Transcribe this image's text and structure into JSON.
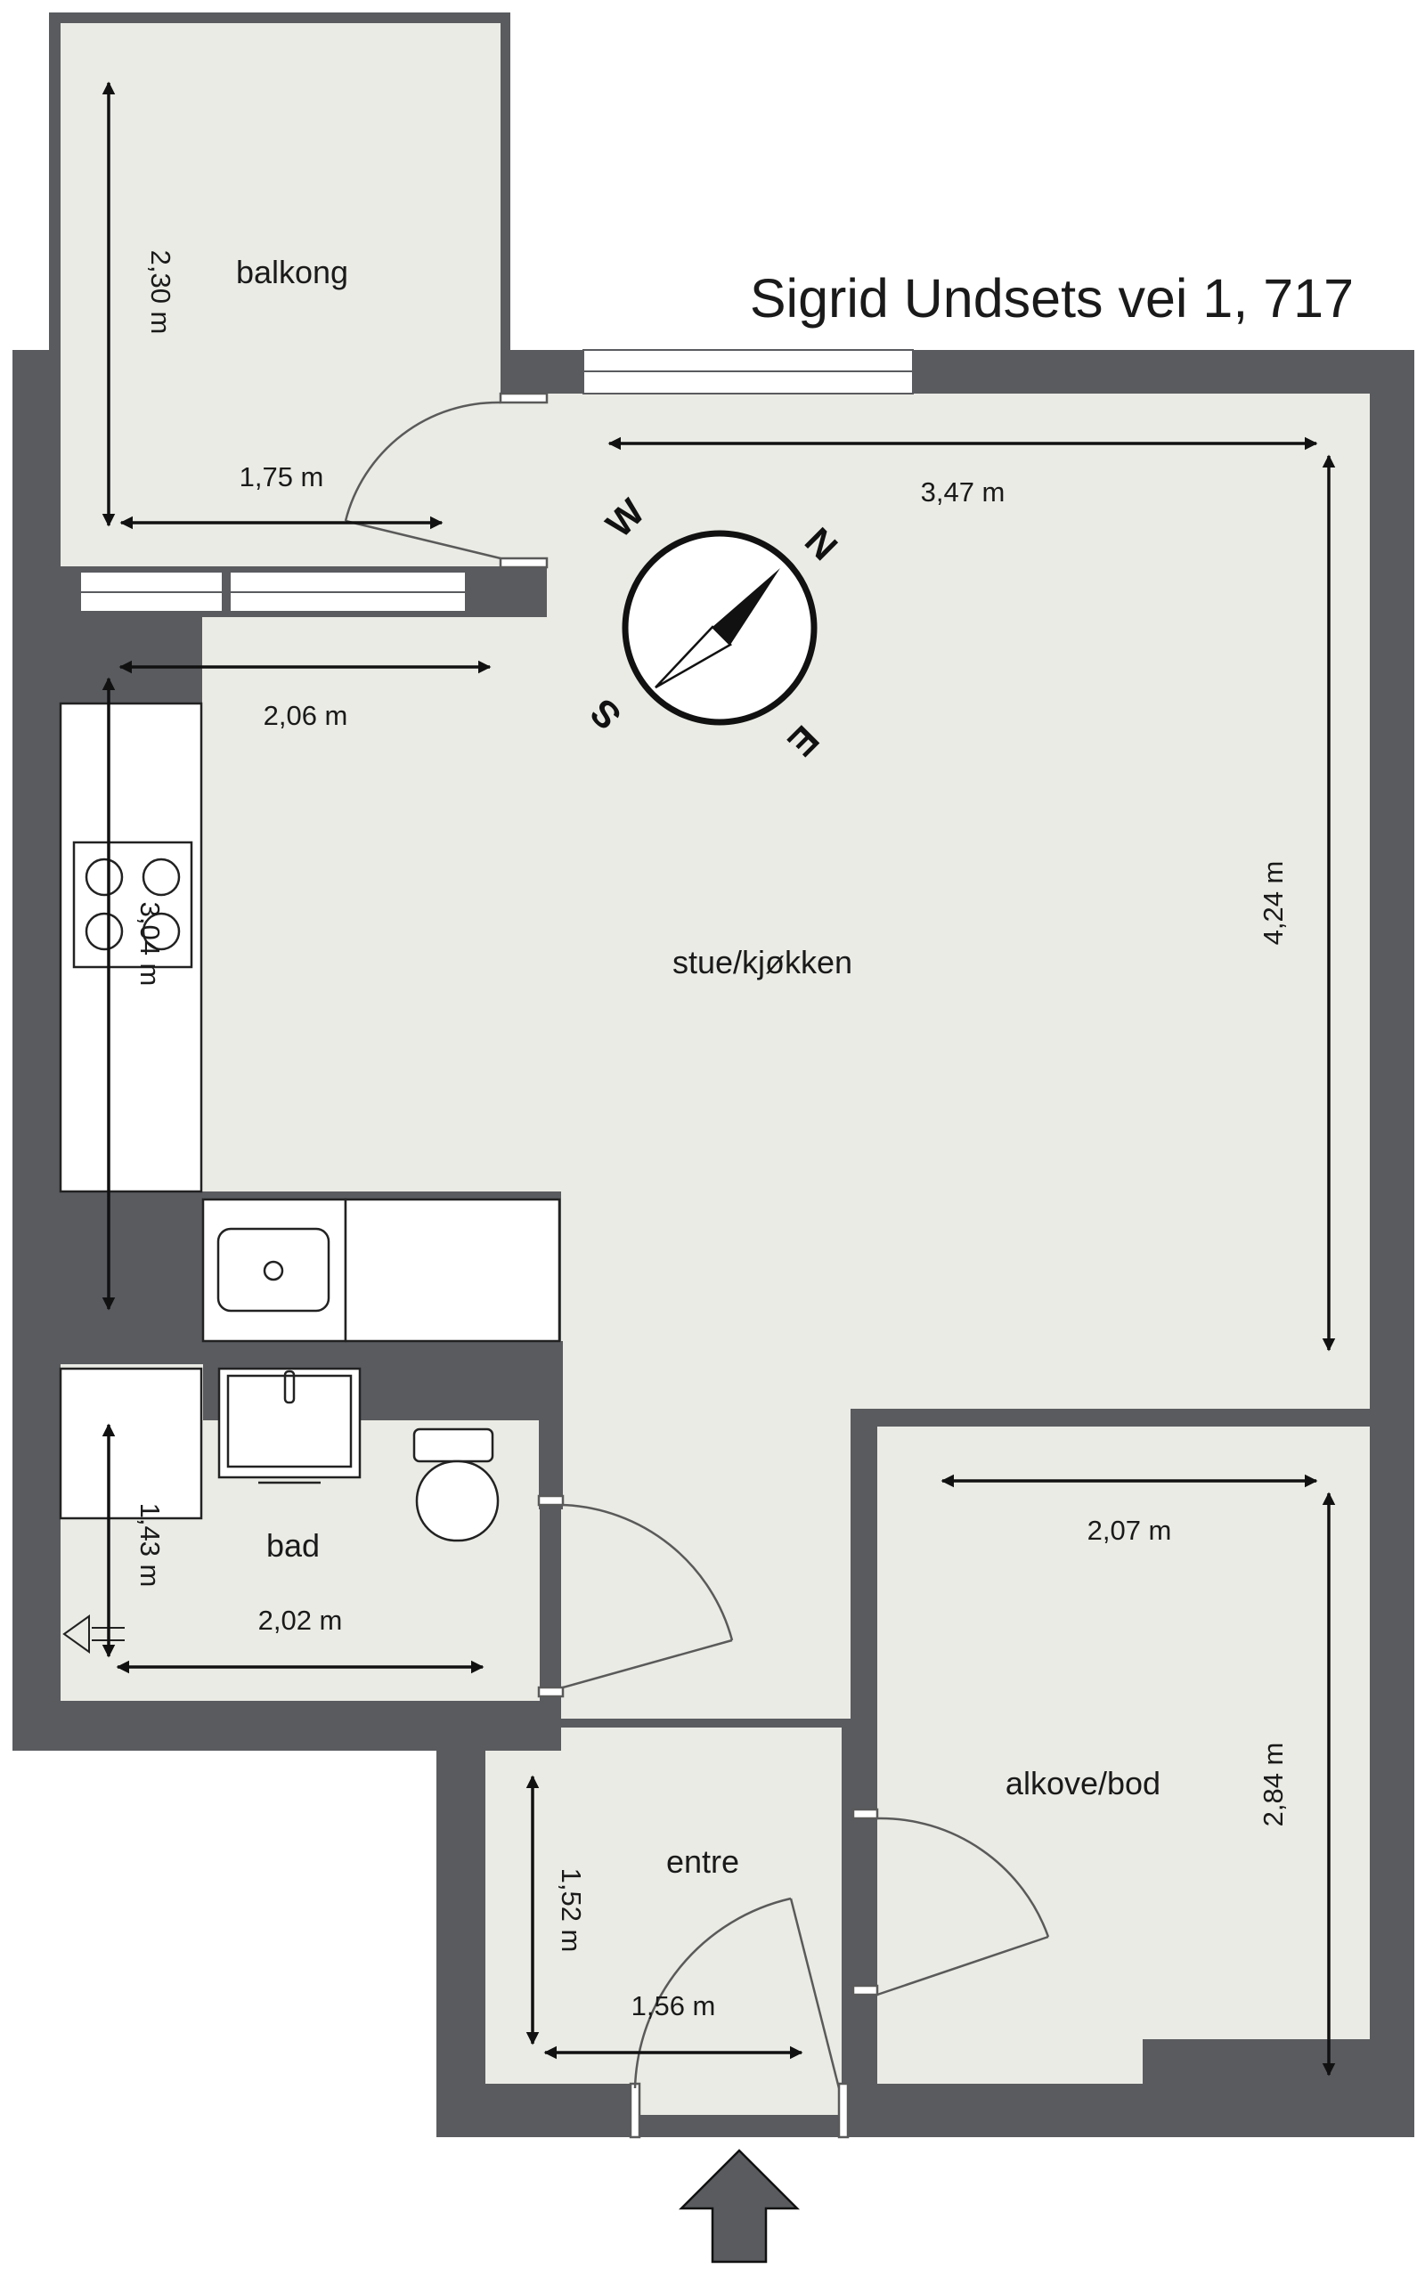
{
  "title": "Sigrid Undsets vei 1, 717",
  "colors": {
    "wall": "#595b5f",
    "floor": "#ebebe5",
    "fixture": "#ffffff",
    "line": "#111111"
  },
  "rooms": {
    "balkong": "balkong",
    "stue": "stue/kjøkken",
    "bad": "bad",
    "entre": "entre",
    "alkove": "alkove/bod"
  },
  "dimensions": {
    "balkong_height": "2,30 m",
    "balkong_width": "1,75 m",
    "kitchen_width": "2,06 m",
    "stue_width": "3,47 m",
    "stue_height": "4,24 m",
    "kitchen_height": "3,04 m",
    "alkove_width": "2,07 m",
    "alkove_height": "2,84 m",
    "bad_height": "1,43 m",
    "bad_width": "2,02 m",
    "entre_height": "1,52 m",
    "entre_width": "1,56 m"
  },
  "compass": {
    "n": "N",
    "e": "E",
    "s": "S",
    "w": "W"
  },
  "icons": {
    "entrance": "entrance-arrow-icon",
    "compass": "compass-icon"
  }
}
